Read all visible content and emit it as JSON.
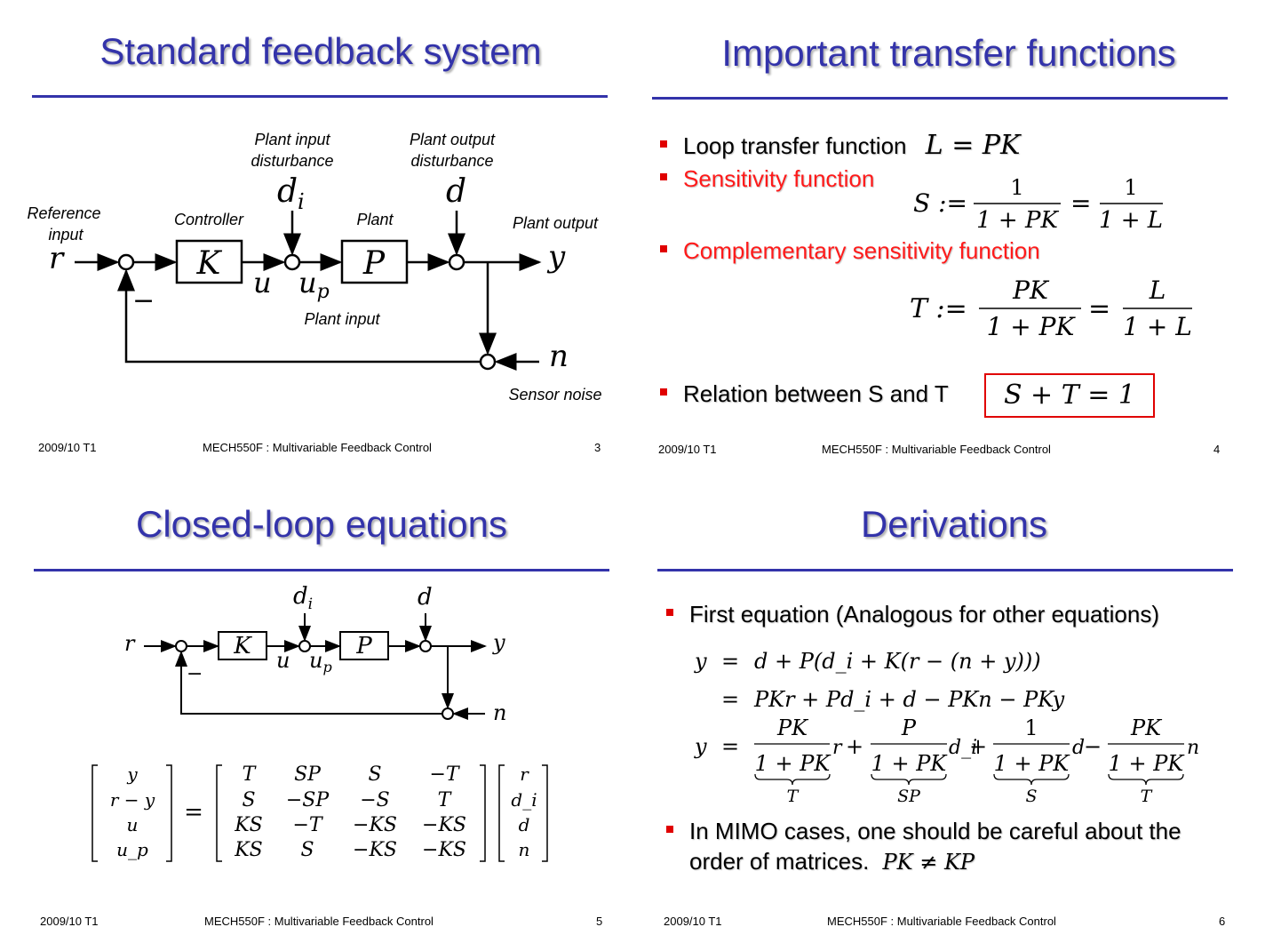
{
  "slides": [
    {
      "title": "Standard feedback system",
      "footer": {
        "date": "2009/10 T1",
        "course": "MECH550F : Multivariable Feedback Control",
        "page": "3"
      },
      "diagram": {
        "plant_input_disturbance": [
          "Plant input",
          "disturbance"
        ],
        "plant_output_disturbance": [
          "Plant output",
          "disturbance"
        ],
        "reference_input": [
          "Reference",
          "input"
        ],
        "controller": "Controller",
        "plant": "Plant",
        "plant_output": "Plant output",
        "plant_input": "Plant input",
        "sensor_noise": "Sensor noise",
        "sym_r": "r",
        "sym_K": "K",
        "sym_P": "P",
        "sym_u": "u",
        "sym_up": "u",
        "sym_up_sub": "p",
        "sym_di": "d",
        "sym_di_sub": "i",
        "sym_d": "d",
        "sym_y": "y",
        "sym_n": "n",
        "sym_minus": "−"
      }
    },
    {
      "title": "Important transfer functions",
      "footer": {
        "date": "2009/10 T1",
        "course": "MECH550F : Multivariable Feedback Control",
        "page": "4"
      },
      "bullets": [
        {
          "text": "Loop transfer function",
          "math": "L = PK"
        },
        {
          "text": "Sensitivity function"
        },
        {
          "text": "Complementary sensitivity function"
        },
        {
          "text": "Relation between S and T",
          "math": "S + T = 1"
        }
      ],
      "eq_S": {
        "lhs": "S :=",
        "num1": "1",
        "den1": "1 + PK",
        "eq": "=",
        "num2": "1",
        "den2": "1 + L"
      },
      "eq_T": {
        "lhs": "T :=",
        "num1": "PK",
        "den1": "1 + PK",
        "eq": "=",
        "num2": "L",
        "den2": "1 + L"
      }
    },
    {
      "title": "Closed-loop equations",
      "footer": {
        "date": "2009/10 T1",
        "course": "MECH550F : Multivariable Feedback Control",
        "page": "5"
      },
      "matrix_lhs": [
        "y",
        "r − y",
        "u",
        "u_p"
      ],
      "matrix_mid": [
        [
          "T",
          "SP",
          "S",
          "−T"
        ],
        [
          "S",
          "−SP",
          "−S",
          "T"
        ],
        [
          "KS",
          "−T",
          "−KS",
          "−KS"
        ],
        [
          "KS",
          "S",
          "−KS",
          "−KS"
        ]
      ],
      "matrix_rhs": [
        "r",
        "d_i",
        "d",
        "n"
      ],
      "equals": "="
    },
    {
      "title": "Derivations",
      "footer": {
        "date": "2009/10 T1",
        "course": "MECH550F : Multivariable Feedback Control",
        "page": "6"
      },
      "bullets": [
        {
          "text": "First equation (Analogous for other equations)"
        },
        {
          "text": "In MIMO cases, one should be careful about the",
          "text2": "order of matrices.",
          "math": "PK ≠ KP"
        }
      ],
      "eq_lines": [
        {
          "lhs": "y",
          "op": "=",
          "rhs": "d + P(d_i + K(r − (n + y)))"
        },
        {
          "lhs": "",
          "op": "=",
          "rhs": "PKr + Pd_i + d − PKn − PKy"
        }
      ],
      "eq_final": {
        "lhs": "y",
        "op": "=",
        "terms": [
          {
            "num": "PK",
            "den": "1 + PK",
            "var": "r",
            "brace": "T"
          },
          {
            "num": "P",
            "den": "1 + PK",
            "var": "d_i",
            "brace": "SP"
          },
          {
            "num": "1",
            "den": "1 + PK",
            "var": "d",
            "brace": "S"
          },
          {
            "num": "PK",
            "den": "1 + PK",
            "var": "n",
            "brace": "T"
          }
        ]
      }
    }
  ]
}
